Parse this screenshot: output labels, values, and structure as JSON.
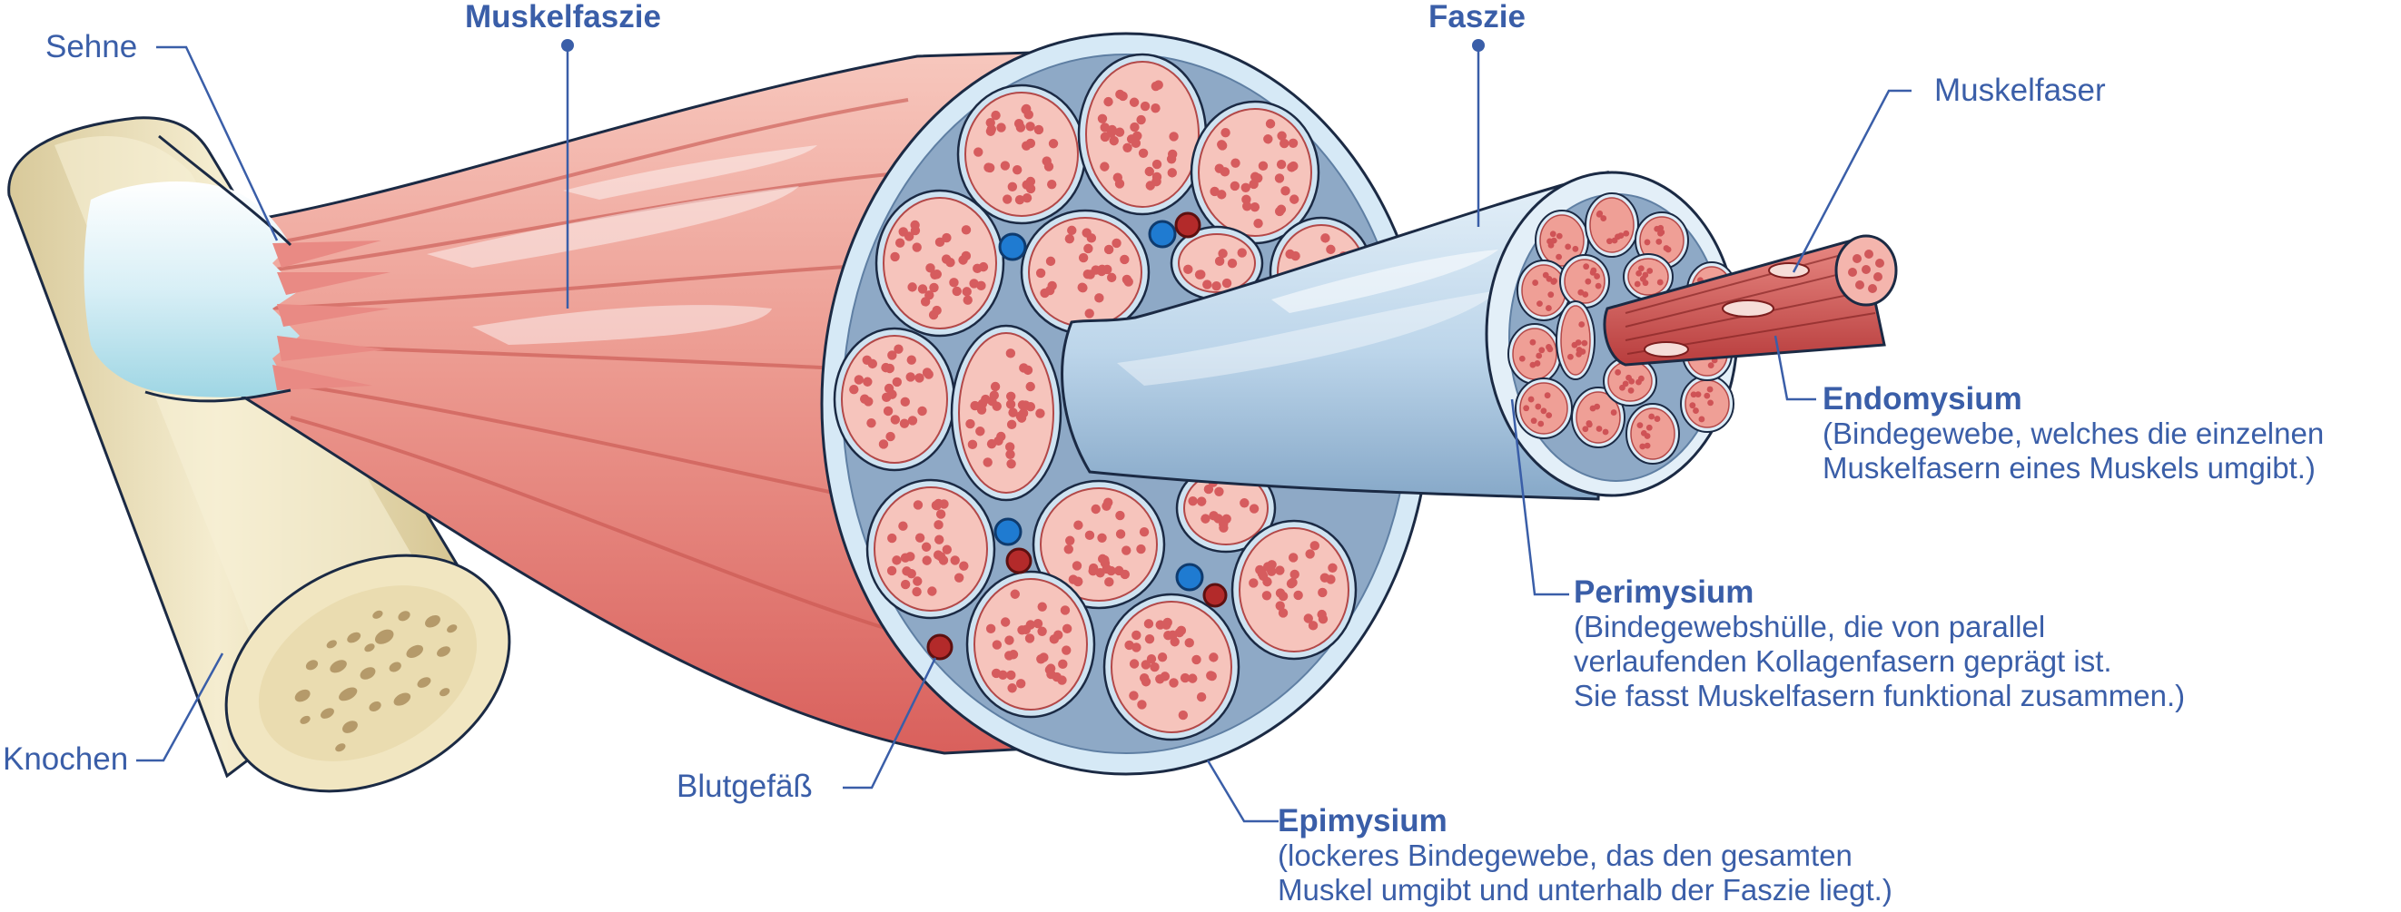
{
  "labels": {
    "sehne": "Sehne",
    "muskelfaszie": "Muskelfaszie",
    "faszie": "Faszie",
    "muskelfaser": "Muskelfaser",
    "knochen": "Knochen",
    "blutgefaess": "Blutgefäß",
    "endomysium": "Endomysium",
    "perimysium": "Perimysium",
    "epimysium": "Epimysium"
  },
  "descriptions": {
    "endomysium": [
      "(Bindegewebe, welches die einzelnen",
      "Muskelfasern eines Muskels umgibt.)"
    ],
    "perimysium": [
      "(Bindegewebshülle, die von parallel",
      "verlaufenden Kollagenfasern geprägt ist.",
      "Sie fasst Muskelfasern funktional zusammen.)"
    ],
    "epimysium": [
      "(lockeres Bindegewebe, das den gesamten",
      "Muskel umgibt und unterhalb der Faszie liegt.)"
    ]
  },
  "colors": {
    "label": "#3a5ea8",
    "muscle": "#e57c78",
    "muscle_light": "#f4b3a8",
    "tendon": "#bfe4ef",
    "bone": "#e8dcb0",
    "fascia": "#cfe3f1",
    "fascia_dark": "#8fb1cf",
    "vessel_red": "#b32a2a",
    "vessel_blue": "#1f7bd1",
    "outline": "#1b2a44"
  }
}
